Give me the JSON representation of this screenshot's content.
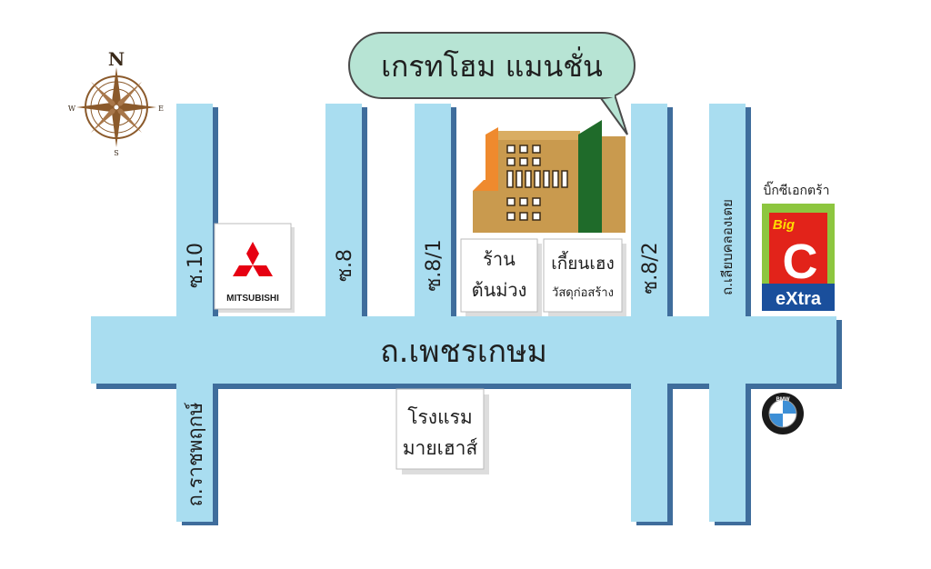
{
  "colors": {
    "road": "#a9ddf0",
    "road_shadow": "#3f6d9c",
    "bubble_fill": "#b7e4d4",
    "bubble_stroke": "#4a4a4a",
    "compass": "#8b5a2b",
    "building_main": "#c99a4e",
    "building_orange": "#ef8a2e",
    "building_green": "#1f6b2a",
    "mitsubishi_red": "#e60012",
    "bigc_green": "#8dc63f",
    "bigc_red": "#e2231a",
    "bigc_blue": "#1a4f9c"
  },
  "compass": {
    "north": "N",
    "south": "S",
    "east": "E",
    "west": "W"
  },
  "hotel_bubble": {
    "name": "เกรทโฮม แมนชั่น"
  },
  "roads": {
    "main_road": "ถ.เพชรเกษม",
    "soi_10": "ซ.10",
    "soi_8": "ซ.8",
    "soi_8_1": "ซ.8/1",
    "soi_8_2": "ซ.8/2",
    "ratchaphruek": "ถ.ราชพฤกษ์",
    "canal_road": "ถ.เลียบคลองเตย"
  },
  "landmarks": {
    "mitsubishi": "MITSUBISHI",
    "shop_1_line1": "ร้าน",
    "shop_1_line2": "ต้นม่วง",
    "shop_2_line1": "เกี้ยนเฮง",
    "shop_2_line2": "วัสดุก่อสร้าง",
    "hotel_line1": "โรงแรม",
    "hotel_line2": "มายเฮาส์",
    "bigc_caption": "บิ๊กซีเอกตร้า",
    "bigc_top": "Big",
    "bigc_letter": "C",
    "bigc_bottom": "eXtra",
    "bmw": "BMW"
  }
}
